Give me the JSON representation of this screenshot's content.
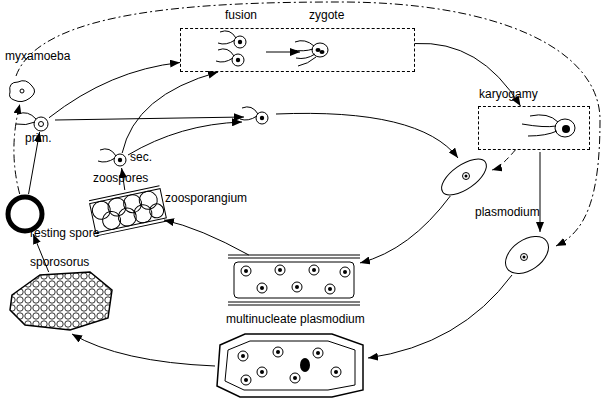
{
  "diagram": {
    "nodes": [
      {
        "text": [
          "fusion",
          "zygote"
        ]
      },
      {
        "text": [
          "karyogamy"
        ]
      },
      {
        "text": [
          "myxamoeba"
        ]
      },
      {
        "text": [
          "prim."
        ]
      },
      {
        "text": [
          "sec."
        ]
      },
      {
        "text": [
          "zoosporangium"
        ]
      },
      {
        "text": [
          "resting spore"
        ]
      },
      {
        "text": [
          "sporosorus"
        ]
      },
      {
        "text": [
          "multinucleate plasmodium"
        ]
      },
      {
        "text": [
          "plasmodium"
        ]
      }
    ],
    "edges": [
      {
        "from": 6,
        "to": 3,
        "arrow": "to"
      },
      {
        "from": 6,
        "to": 2,
        "arrow": "to"
      },
      {
        "from": 3,
        "to": 0,
        "arrow": "to"
      },
      {
        "from": 4,
        "to": 0,
        "arrow": "to"
      },
      {
        "from": 5,
        "to": 4,
        "arrow": "to"
      },
      {
        "from": 8,
        "to": 5,
        "arrow": "to"
      },
      {
        "from": 7,
        "to": 6,
        "arrow": "to"
      },
      {
        "from": 0,
        "to": 1,
        "arrow": "to"
      },
      {
        "from": 1,
        "to": 9,
        "arrow": "to"
      },
      {
        "from": 9,
        "to": 8,
        "arrow": "to"
      }
    ],
    "labels": [
      "zoospores"
    ]
  }
}
